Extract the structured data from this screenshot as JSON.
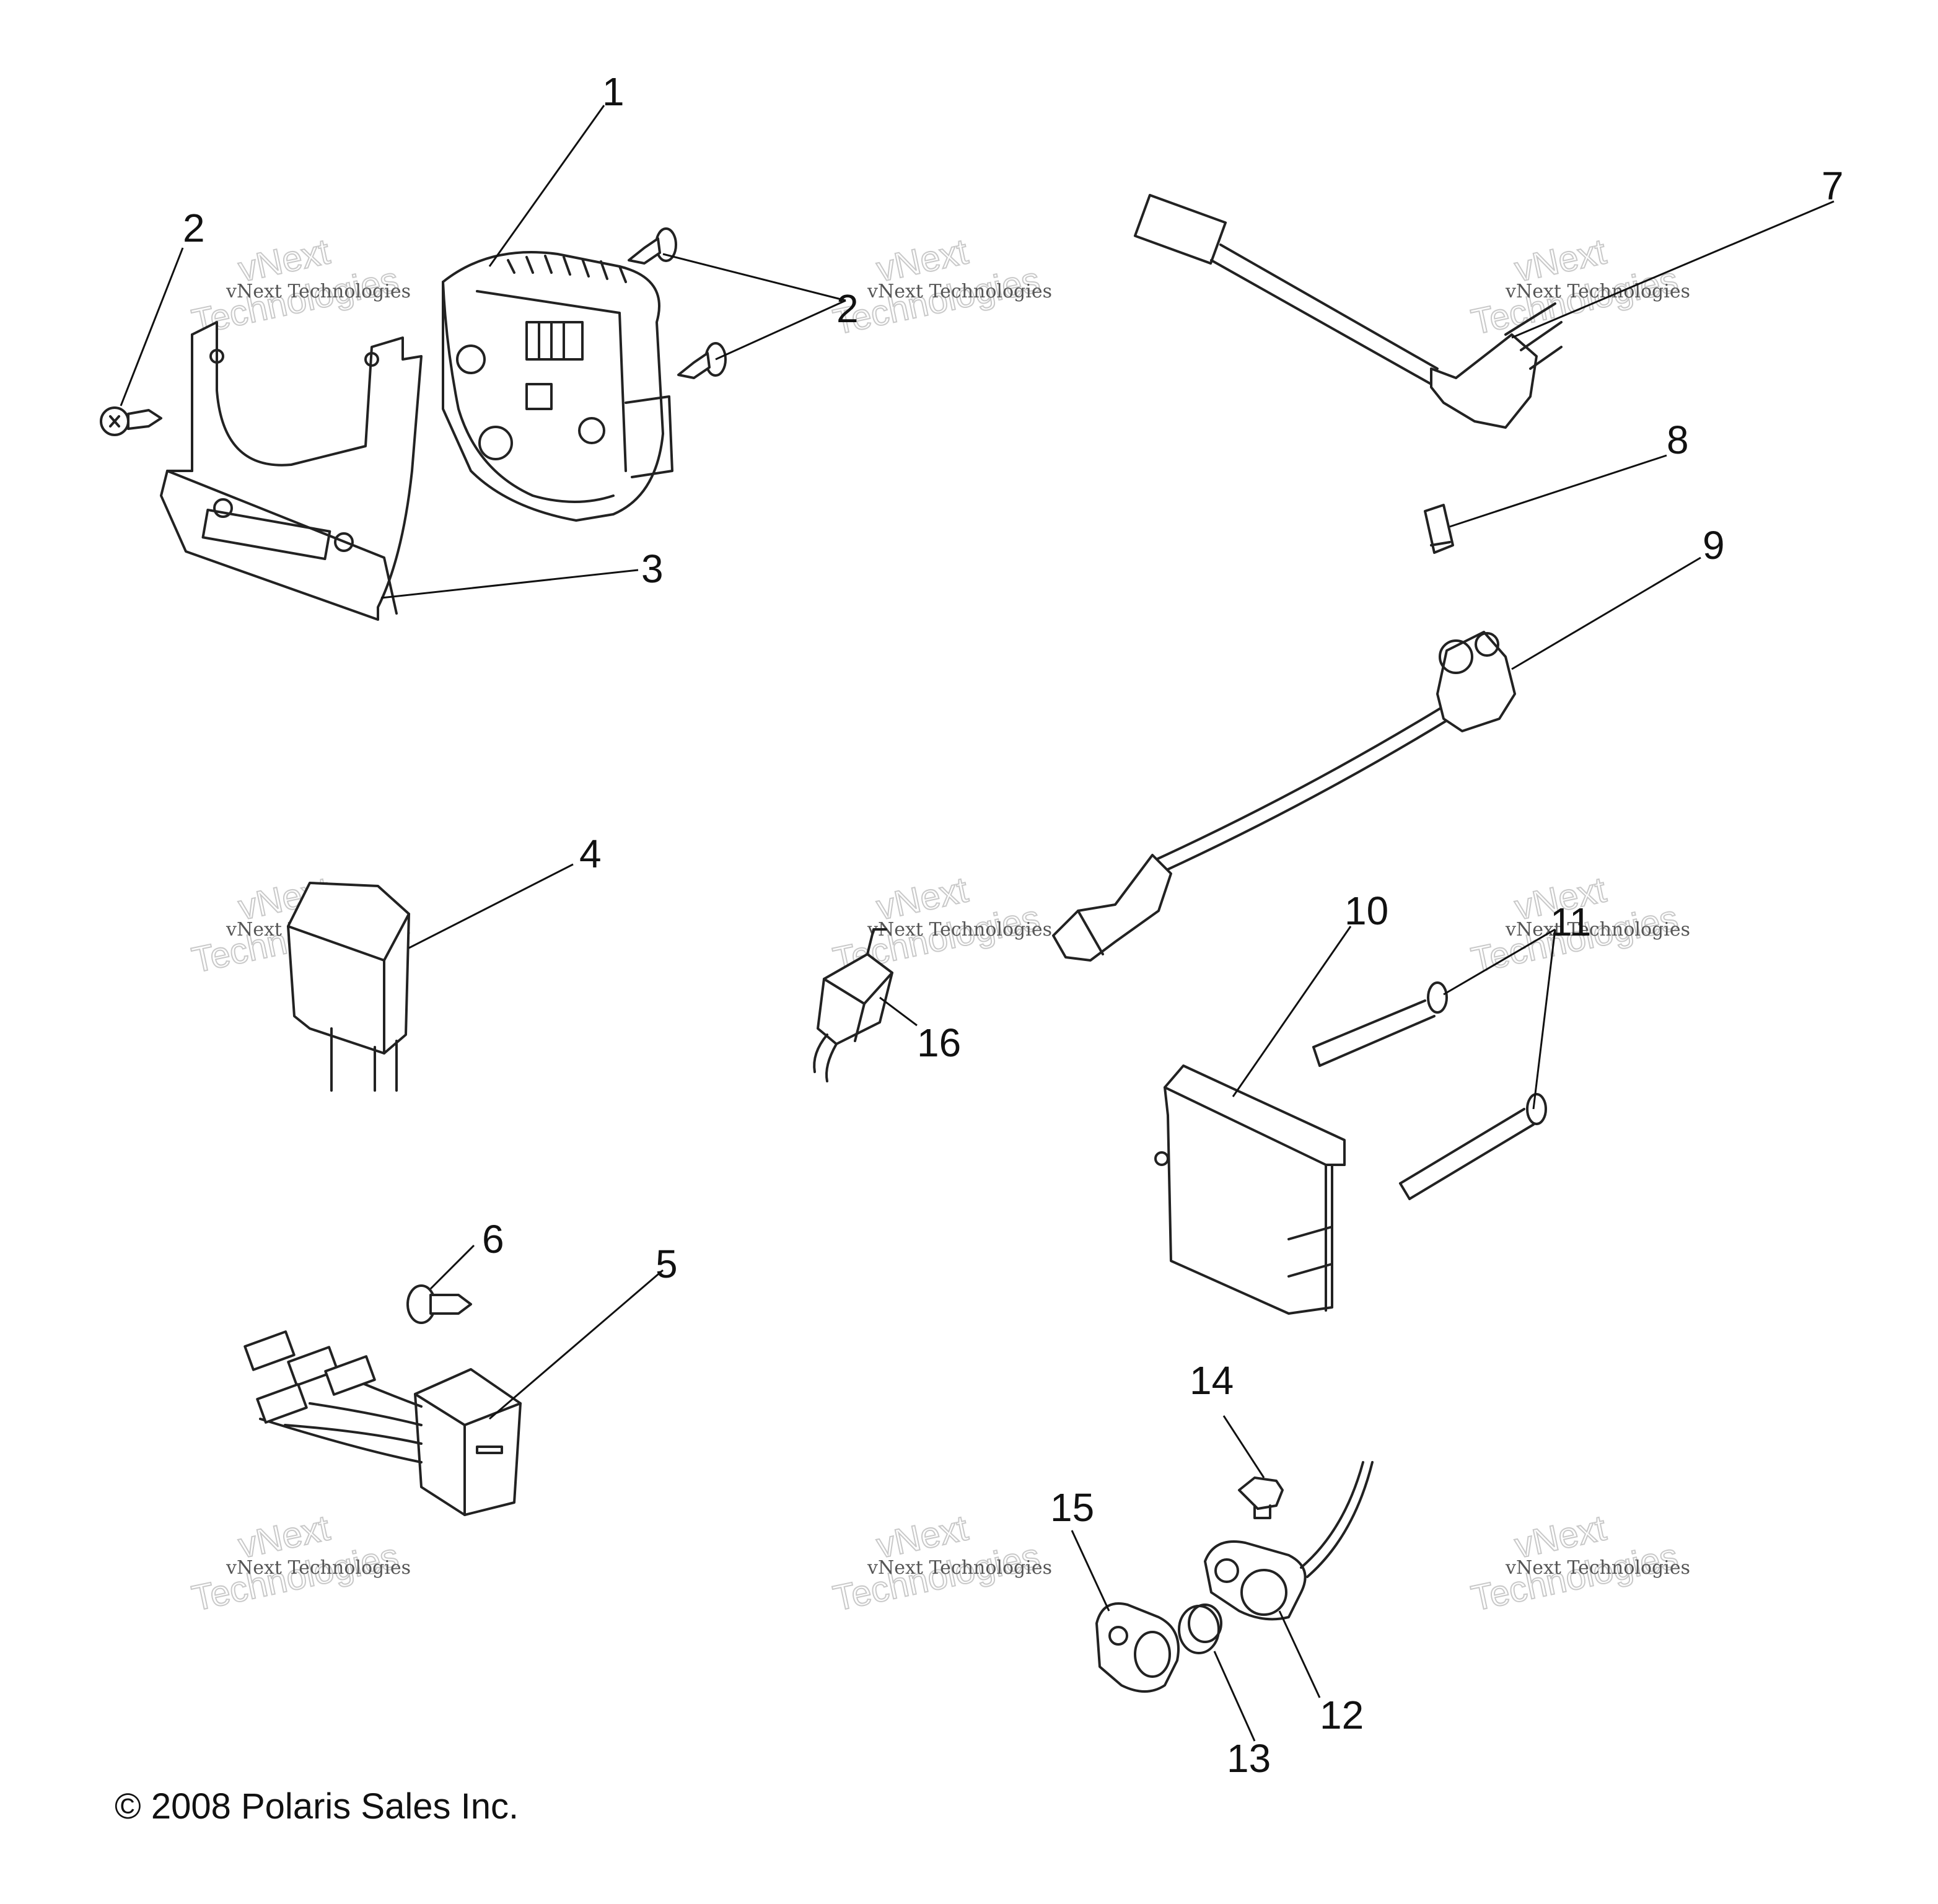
{
  "callouts": {
    "c1": "1",
    "c2a": "2",
    "c2b": "2",
    "c3": "3",
    "c4": "4",
    "c5": "5",
    "c6": "6",
    "c7": "7",
    "c8": "8",
    "c9": "9",
    "c10": "10",
    "c11": "11",
    "c12": "12",
    "c13": "13",
    "c14": "14",
    "c15": "15",
    "c16": "16"
  },
  "watermark": {
    "small": "vNext Technologies",
    "line1": "vNext",
    "line2": "Technologies"
  },
  "copyright": "© 2008 Polaris Sales Inc."
}
